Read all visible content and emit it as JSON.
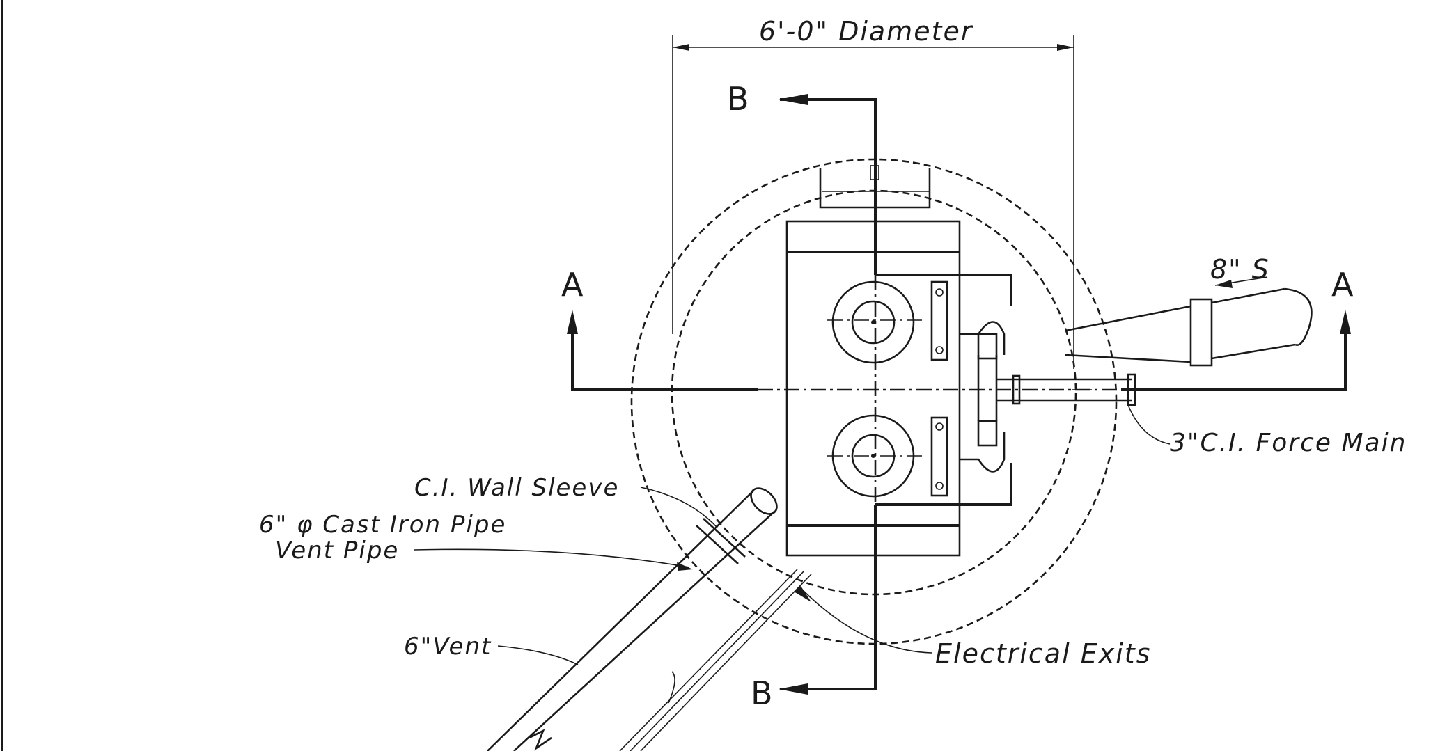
{
  "drawing": {
    "dimension_label": "6'-0\" Diameter",
    "section_marks": {
      "a_left": "A",
      "a_right": "A",
      "b_top": "B",
      "b_bottom": "B"
    },
    "labels": {
      "force_main": "3\"C.I. Force Main",
      "wall_sleeve": "C.I. Wall Sleeve",
      "cast_iron_pipe": "6\" φ Cast Iron Pipe",
      "vent_pipe": "Vent Pipe",
      "vent_6": "6\"Vent",
      "electrical_exits": "Electrical Exits",
      "sewer_size": "8\" S"
    }
  }
}
